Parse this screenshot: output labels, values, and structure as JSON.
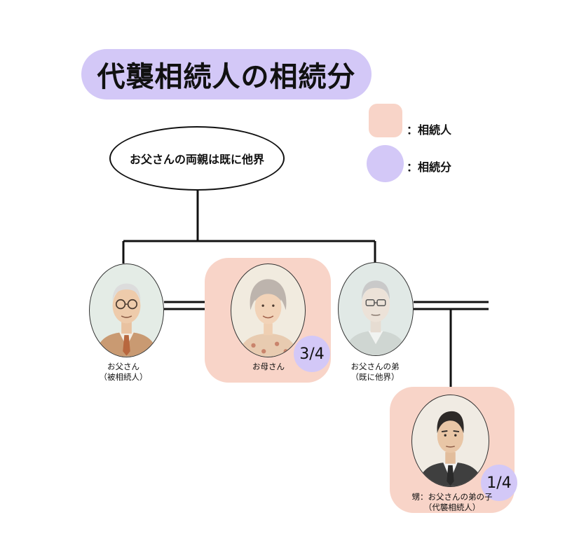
{
  "title": "代襲相続人の相続分",
  "legend": {
    "heir_label": "：相続人",
    "share_label": "：相続分",
    "heir_color": "#f8d4c8",
    "share_color": "#d3c8f7"
  },
  "grandparents": {
    "text": "お父さんの両親は既に他界"
  },
  "people": {
    "father": {
      "line1": "お父さん",
      "line2": "（被相続人）"
    },
    "mother": {
      "line1": "お母さん",
      "share": "3/4"
    },
    "uncle": {
      "line1": "お父さんの弟",
      "line2": "（既に他界）"
    },
    "nephew": {
      "line1": "甥：お父さんの弟の子",
      "line2": "（代襲相続人）",
      "share": "1/4"
    }
  }
}
